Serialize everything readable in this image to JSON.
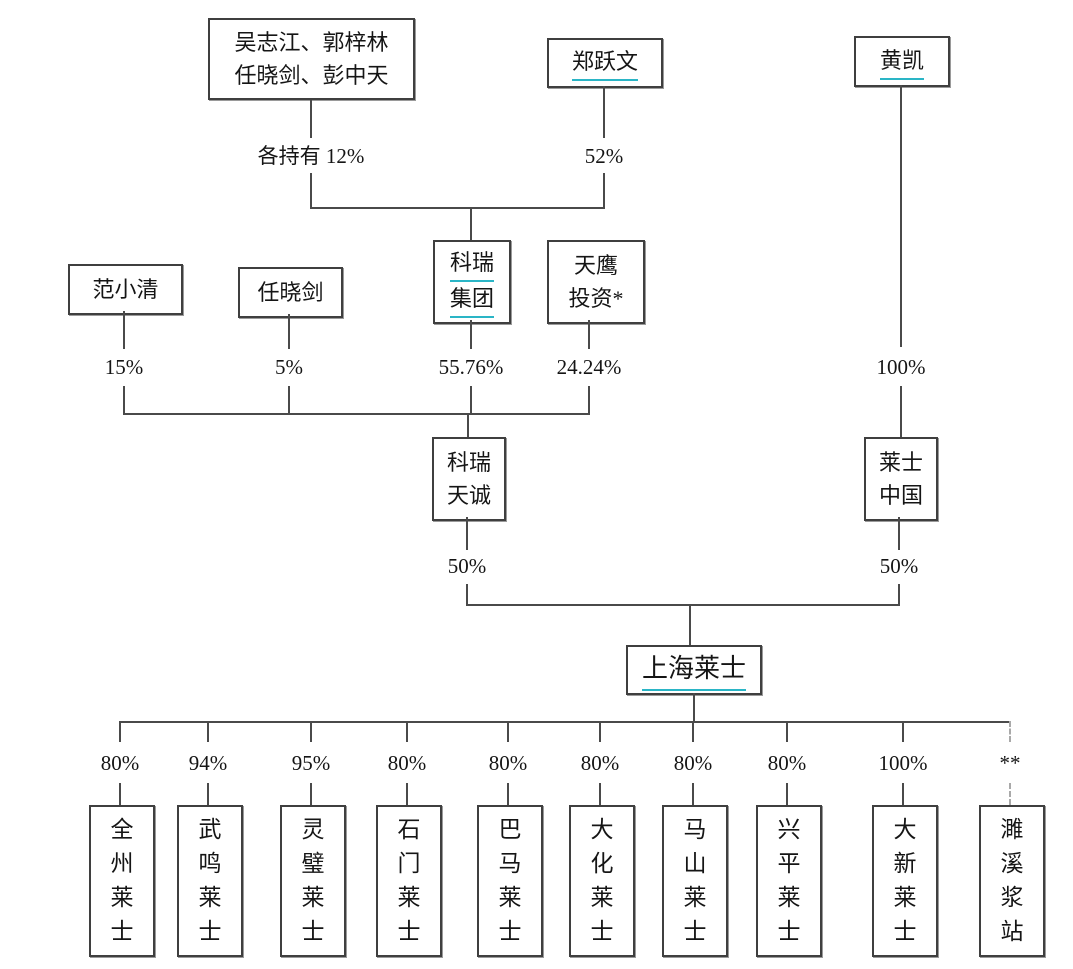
{
  "diagram": {
    "accent_color": "#2ab5c6",
    "nodes": {
      "founders": {
        "line1": "吴志江、郭梓林",
        "line2": "任晓剑、彭中天"
      },
      "zheng_yuewen": {
        "label": "郑跃文"
      },
      "huang_kai": {
        "label": "黄凯"
      },
      "fan_xiaoqing": {
        "label": "范小清"
      },
      "ren_xiaojian": {
        "label": "任晓剑"
      },
      "kerui_group": {
        "line1": "科瑞",
        "line2": "集团"
      },
      "tianying_invest": {
        "line1": "天鹰",
        "line2": "投资*"
      },
      "kerui_tiancheng": {
        "line1": "科瑞",
        "line2": "天诚"
      },
      "laishi_china": {
        "line1": "莱士",
        "line2": "中国"
      },
      "shanghai_laishi": {
        "label": "上海莱士"
      }
    },
    "pcts": {
      "founders": "各持有 12%",
      "zheng": "52%",
      "huang": "100%",
      "fan": "15%",
      "ren": "5%",
      "kerui": "55.76%",
      "tianying": "24.24%",
      "kerui_tiancheng": "50%",
      "laishi_china": "50%"
    },
    "subsidiaries": [
      {
        "name": "全州莱士",
        "pct": "80%"
      },
      {
        "name": "武鸣莱士",
        "pct": "94%"
      },
      {
        "name": "灵璧莱士",
        "pct": "95%"
      },
      {
        "name": "石门莱士",
        "pct": "80%"
      },
      {
        "name": "巴马莱士",
        "pct": "80%"
      },
      {
        "name": "大化莱士",
        "pct": "80%"
      },
      {
        "name": "马山莱士",
        "pct": "80%"
      },
      {
        "name": "兴平莱士",
        "pct": "80%"
      },
      {
        "name": "大新莱士",
        "pct": "100%"
      },
      {
        "name": "濉溪浆站",
        "pct": "**"
      }
    ]
  }
}
